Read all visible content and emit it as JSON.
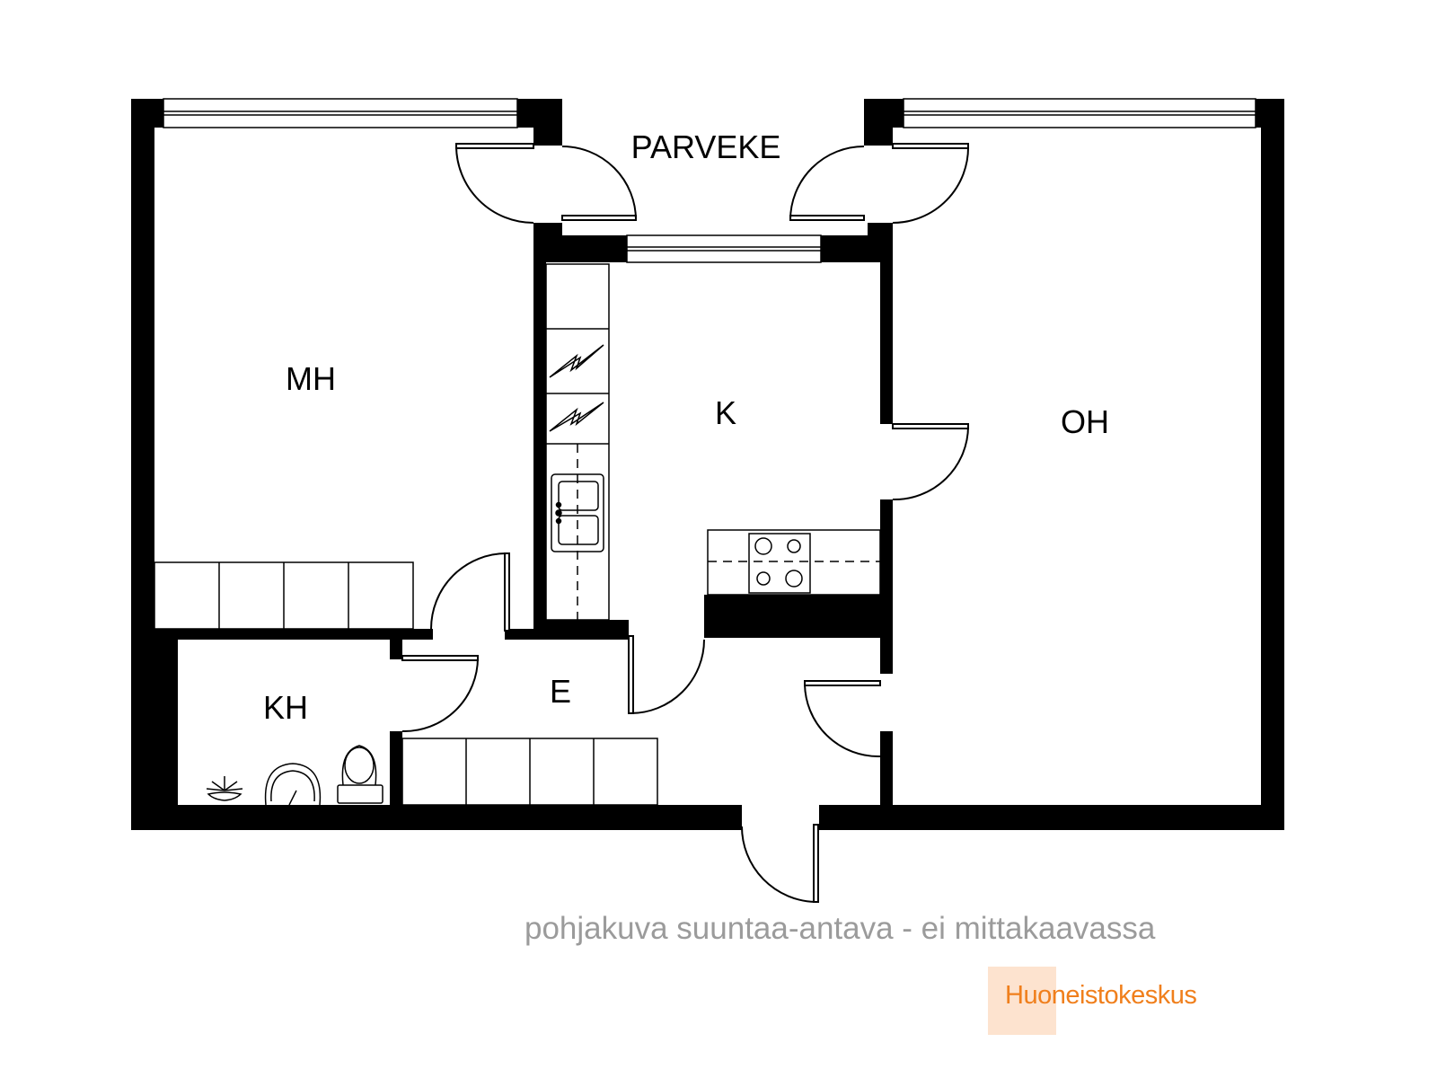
{
  "rooms": {
    "parveke": "PARVEKE",
    "mh": "MH",
    "k": "K",
    "oh": "OH",
    "kh": "KH",
    "e": "E"
  },
  "caption": "pohjakuva suuntaa-antava - ei mittakaavassa",
  "brand": {
    "name": "Huoneistokeskus",
    "text_color": "#f07f1c",
    "box_color": "#fde3cf"
  },
  "colors": {
    "wall": "#000000",
    "caption": "#9b9b9b"
  }
}
